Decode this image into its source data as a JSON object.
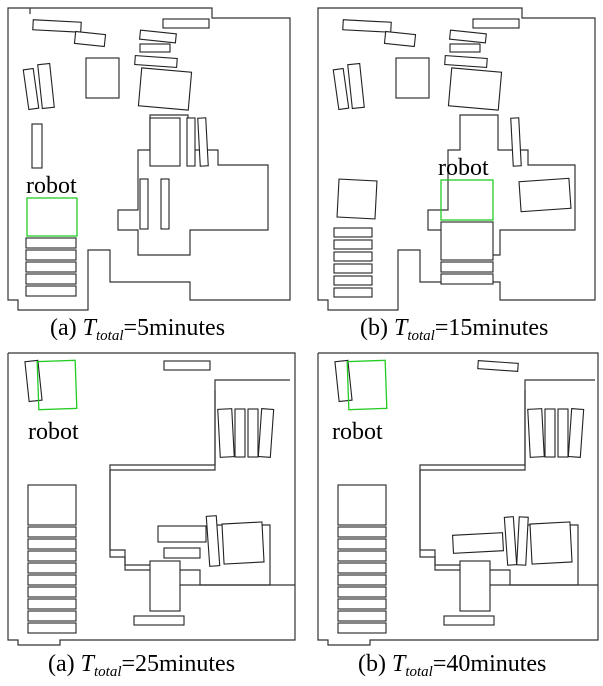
{
  "figure": {
    "panels": [
      {
        "id": "a1",
        "label": "(a)",
        "t": "T",
        "sub": "total",
        "eq": "=5minutes",
        "robot_label": "robot"
      },
      {
        "id": "b1",
        "label": "(b)",
        "t": "T",
        "sub": "total",
        "eq": "=15minutes",
        "robot_label": "robot"
      },
      {
        "id": "a2",
        "label": "(a)",
        "t": "T",
        "sub": "total",
        "eq": "=25minutes",
        "robot_label": "robot"
      },
      {
        "id": "b2",
        "label": "(b)",
        "t": "T",
        "sub": "total",
        "eq": "=40minutes",
        "robot_label": "robot"
      }
    ],
    "colors": {
      "wall": "#333333",
      "object": "#222222",
      "robot": "#22cc22"
    }
  }
}
